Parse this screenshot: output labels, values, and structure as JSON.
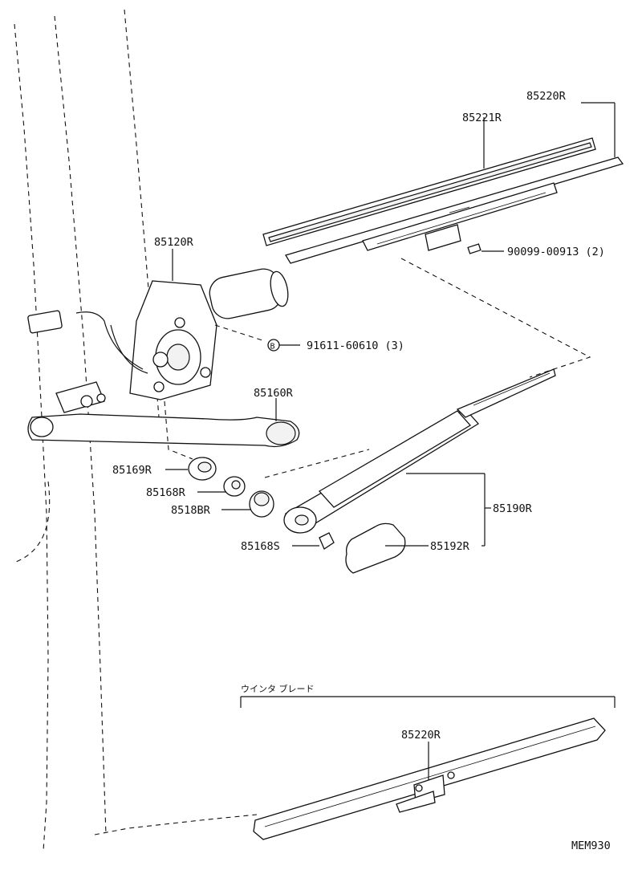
{
  "parts": {
    "blade_assy": "85220R",
    "blade_insert": "85221R",
    "screw": "90099-00913 (2)",
    "motor": "85120R",
    "bolt": "91611-60610 (3)",
    "link": "85160R",
    "cushion_outer": "85169R",
    "washer": "85168R",
    "cushion_inner": "8518BR",
    "nut": "85168S",
    "arm": "85190R",
    "cap": "85192R"
  },
  "winter_blade": {
    "heading": "ウインタ ブレード",
    "part": "85220R"
  },
  "figure_code": "MEM930",
  "bolt_marker": "B"
}
